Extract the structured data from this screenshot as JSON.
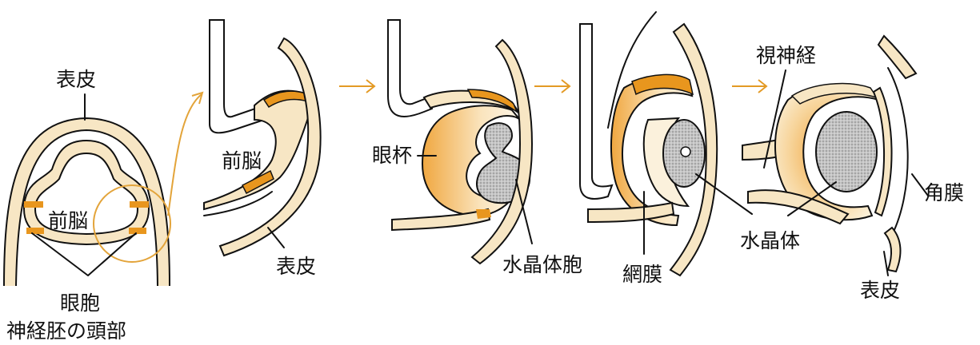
{
  "colors": {
    "background": "#ffffff",
    "tissue": "#f7e6c4",
    "tissue_light": "#fbf1dc",
    "accent_orange": "#e8961e",
    "lens_gray": "#b9b9b9",
    "outline": "#111111"
  },
  "stage1": {
    "label_epidermis": "表皮",
    "label_forebrain": "前脳",
    "label_optic_vesicle": "眼胞",
    "caption": "神経胚の頭部"
  },
  "stage2": {
    "label_forebrain": "前脳",
    "label_epidermis": "表皮"
  },
  "stage3": {
    "label_optic_cup": "眼杯",
    "label_lens_vesicle": "水晶体胞"
  },
  "stage4": {
    "label_retina": "網膜"
  },
  "stage5": {
    "label_optic_nerve": "視神経",
    "label_cornea": "角膜",
    "label_lens": "水晶体",
    "label_epidermis": "表皮"
  }
}
